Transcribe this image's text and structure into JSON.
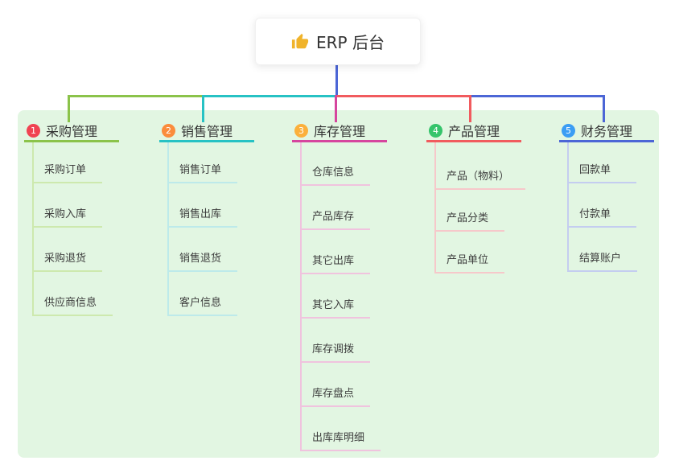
{
  "root": {
    "title": "ERP 后台",
    "icon": "thumbs-up-icon",
    "icon_color": "#f0b32a"
  },
  "panel": {
    "background": "#e2f6e2"
  },
  "connectors": {
    "root_color": "#4c66d6"
  },
  "branches": [
    {
      "badge": "1",
      "label": "采购管理",
      "badge_color": "#f04352",
      "line_color": "#8bc34a",
      "tint_color": "#cde9ae",
      "items": [
        "采购订单",
        "采购入库",
        "采购退货",
        "供应商信息"
      ]
    },
    {
      "badge": "2",
      "label": "销售管理",
      "badge_color": "#fb8c3c",
      "line_color": "#27c2c4",
      "tint_color": "#bdeaea",
      "items": [
        "销售订单",
        "销售出库",
        "销售退货",
        "客户信息"
      ]
    },
    {
      "badge": "3",
      "label": "库存管理",
      "badge_color": "#fbb03b",
      "line_color": "#d6459e",
      "tint_color": "#f0c3de",
      "items": [
        "仓库信息",
        "产品库存",
        "其它出库",
        "其它入库",
        "库存调拨",
        "库存盘点",
        "出库库明细"
      ]
    },
    {
      "badge": "4",
      "label": "产品管理",
      "badge_color": "#35c46b",
      "line_color": "#f15b5e",
      "tint_color": "#f6c8ca",
      "items": [
        "产品（物料）",
        "产品分类",
        "产品单位"
      ]
    },
    {
      "badge": "5",
      "label": "财务管理",
      "badge_color": "#3b9df4",
      "line_color": "#4c66d6",
      "tint_color": "#c4cdf0",
      "items": [
        "回款单",
        "付款单",
        "结算账户"
      ]
    }
  ]
}
